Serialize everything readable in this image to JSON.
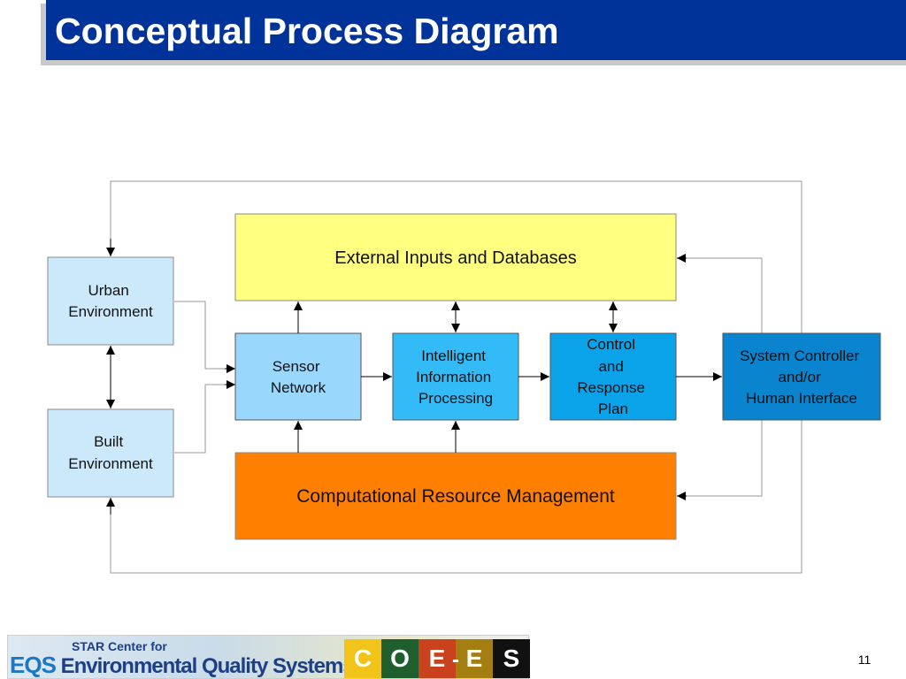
{
  "slide": {
    "title": "Conceptual Process Diagram",
    "page_number": "11",
    "title_bar_color": "#003399"
  },
  "diagram": {
    "boxes": {
      "urban": {
        "lines": [
          "Urban",
          "Environment"
        ],
        "fill": "#cce9fb"
      },
      "built": {
        "lines": [
          "Built",
          "Environment"
        ],
        "fill": "#cce9fb"
      },
      "external": {
        "lines": [
          "External Inputs and Databases"
        ],
        "fill": "#ffff80"
      },
      "sensor": {
        "lines": [
          "Sensor",
          "Network"
        ],
        "fill": "#99d8fc"
      },
      "iip": {
        "lines": [
          "Intelligent",
          "Information",
          "Processing"
        ],
        "fill": "#33bbf7"
      },
      "control": {
        "lines": [
          "Control",
          "and",
          "Response",
          "Plan"
        ],
        "fill": "#0aa3ea"
      },
      "syscontrol": {
        "lines": [
          "System Controller",
          "and/or",
          "Human Interface"
        ],
        "fill": "#0b84cf"
      },
      "crm": {
        "lines": [
          "Computational Resource Management"
        ],
        "fill": "#ff8000"
      }
    }
  },
  "footer": {
    "line1": "STAR Center for",
    "eqs": "EQS",
    "line2": "Environmental Quality Systems",
    "tiles": [
      {
        "letter": "C",
        "color": "#f2c318"
      },
      {
        "letter": "O",
        "color": "#1f5f2e"
      },
      {
        "letter": "E",
        "color": "#c9421d"
      },
      {
        "letter": "E",
        "color": "#a57e12"
      },
      {
        "letter": "S",
        "color": "#111111"
      }
    ],
    "dash": "-"
  }
}
